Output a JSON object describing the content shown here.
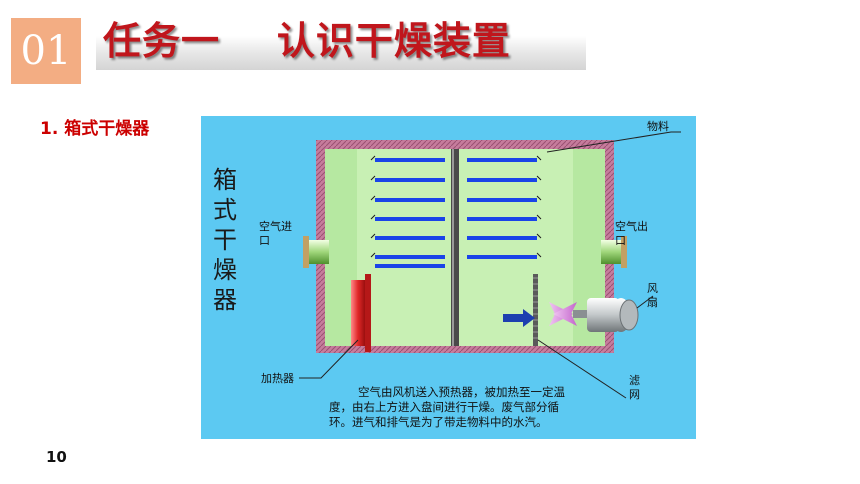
{
  "header": {
    "badge": "01",
    "title": "任务一    认识干燥装置"
  },
  "section": {
    "subtitle": "1. 箱式干燥器"
  },
  "page_number": "10",
  "diagram": {
    "side_label": [
      "箱",
      "式",
      "干",
      "燥",
      "器"
    ],
    "labels": {
      "material": "物料",
      "air_in": [
        "空气进",
        "口"
      ],
      "air_out": [
        "空气出",
        "口"
      ],
      "fan": [
        "风",
        "扇"
      ],
      "heater": "加热器",
      "filter": [
        "滤",
        "网"
      ]
    },
    "description": [
      "空气由风机送入预热器，被加热至一定温",
      "度，由右上方进入盘间进行干燥。废气部分循",
      "环。进气和排气是为了带走物料中的水汽。"
    ],
    "colors": {
      "background": "#5cc9f2",
      "chamber": "#c8f0b4",
      "wall": "#c57a9a",
      "tray": "#1a44e8",
      "heater": "#e83a3a",
      "arrow": "#1d3fb0"
    }
  }
}
